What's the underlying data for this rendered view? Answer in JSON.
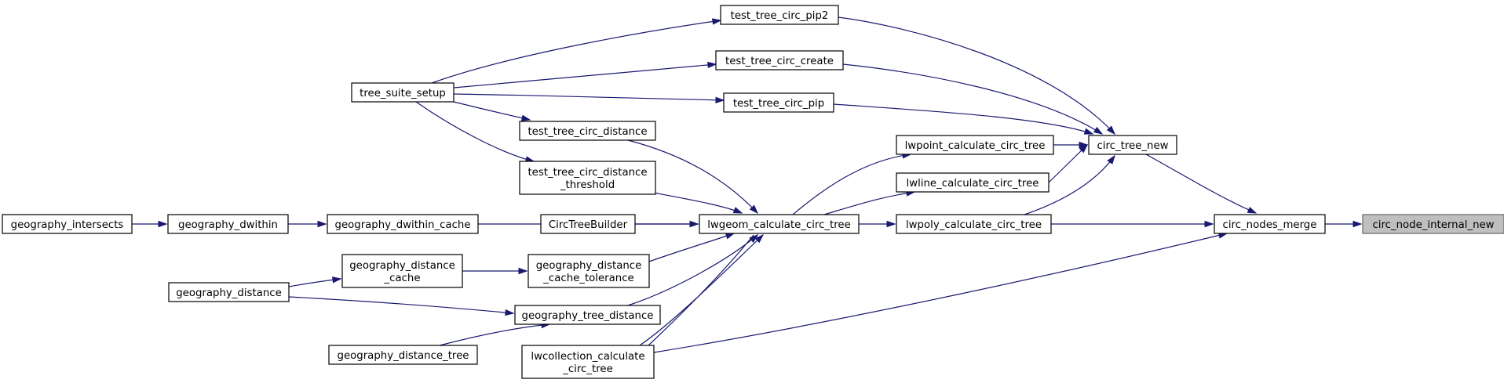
{
  "nodes": [
    {
      "id": "circ_node_internal_new",
      "lines": [
        "circ_node_internal_new"
      ],
      "root": true
    },
    {
      "id": "circ_nodes_merge",
      "lines": [
        "circ_nodes_merge"
      ]
    },
    {
      "id": "circ_tree_new",
      "lines": [
        "circ_tree_new"
      ]
    },
    {
      "id": "lwpoint_calculate_circ_tree",
      "lines": [
        "lwpoint_calculate_circ_tree"
      ]
    },
    {
      "id": "lwline_calculate_circ_tree",
      "lines": [
        "lwline_calculate_circ_tree"
      ]
    },
    {
      "id": "lwpoly_calculate_circ_tree",
      "lines": [
        "lwpoly_calculate_circ_tree"
      ]
    },
    {
      "id": "lwgeom_calculate_circ_tree",
      "lines": [
        "lwgeom_calculate_circ_tree"
      ]
    },
    {
      "id": "lwcollection_calculate_circ_tree",
      "lines": [
        "lwcollection_calculate",
        "_circ_tree"
      ]
    },
    {
      "id": "test_tree_circ_pip2",
      "lines": [
        "test_tree_circ_pip2"
      ]
    },
    {
      "id": "test_tree_circ_create",
      "lines": [
        "test_tree_circ_create"
      ]
    },
    {
      "id": "test_tree_circ_pip",
      "lines": [
        "test_tree_circ_pip"
      ]
    },
    {
      "id": "test_tree_circ_distance",
      "lines": [
        "test_tree_circ_distance"
      ]
    },
    {
      "id": "test_tree_circ_distance_threshold",
      "lines": [
        "test_tree_circ_distance",
        "_threshold"
      ]
    },
    {
      "id": "tree_suite_setup",
      "lines": [
        "tree_suite_setup"
      ]
    },
    {
      "id": "CircTreeBuilder",
      "lines": [
        "CircTreeBuilder"
      ]
    },
    {
      "id": "geography_dwithin_cache",
      "lines": [
        "geography_dwithin_cache"
      ]
    },
    {
      "id": "geography_dwithin",
      "lines": [
        "geography_dwithin"
      ]
    },
    {
      "id": "geography_intersects",
      "lines": [
        "geography_intersects"
      ]
    },
    {
      "id": "geography_distance_cache_tolerance",
      "lines": [
        "geography_distance",
        "_cache_tolerance"
      ]
    },
    {
      "id": "geography_distance_cache",
      "lines": [
        "geography_distance",
        "_cache"
      ]
    },
    {
      "id": "geography_distance",
      "lines": [
        "geography_distance"
      ]
    },
    {
      "id": "geography_tree_distance",
      "lines": [
        "geography_tree_distance"
      ]
    },
    {
      "id": "geography_distance_tree",
      "lines": [
        "geography_distance_tree"
      ]
    }
  ],
  "edges": [
    {
      "from": "circ_nodes_merge",
      "to": "circ_node_internal_new"
    },
    {
      "from": "circ_tree_new",
      "to": "circ_nodes_merge"
    },
    {
      "from": "lwpoly_calculate_circ_tree",
      "to": "circ_nodes_merge"
    },
    {
      "from": "lwcollection_calculate_circ_tree",
      "to": "circ_nodes_merge"
    },
    {
      "from": "test_tree_circ_pip2",
      "to": "circ_tree_new"
    },
    {
      "from": "test_tree_circ_create",
      "to": "circ_tree_new"
    },
    {
      "from": "test_tree_circ_pip",
      "to": "circ_tree_new"
    },
    {
      "from": "lwpoint_calculate_circ_tree",
      "to": "circ_tree_new"
    },
    {
      "from": "lwline_calculate_circ_tree",
      "to": "circ_tree_new"
    },
    {
      "from": "lwpoly_calculate_circ_tree",
      "to": "circ_tree_new"
    },
    {
      "from": "lwgeom_calculate_circ_tree",
      "to": "lwpoint_calculate_circ_tree"
    },
    {
      "from": "lwgeom_calculate_circ_tree",
      "to": "lwline_calculate_circ_tree"
    },
    {
      "from": "lwgeom_calculate_circ_tree",
      "to": "lwpoly_calculate_circ_tree"
    },
    {
      "from": "lwgeom_calculate_circ_tree",
      "to": "lwcollection_calculate_circ_tree"
    },
    {
      "from": "tree_suite_setup",
      "to": "test_tree_circ_pip2"
    },
    {
      "from": "tree_suite_setup",
      "to": "test_tree_circ_create"
    },
    {
      "from": "tree_suite_setup",
      "to": "test_tree_circ_pip"
    },
    {
      "from": "tree_suite_setup",
      "to": "test_tree_circ_distance"
    },
    {
      "from": "tree_suite_setup",
      "to": "test_tree_circ_distance_threshold"
    },
    {
      "from": "test_tree_circ_distance",
      "to": "lwgeom_calculate_circ_tree"
    },
    {
      "from": "test_tree_circ_distance_threshold",
      "to": "lwgeom_calculate_circ_tree"
    },
    {
      "from": "CircTreeBuilder",
      "to": "lwgeom_calculate_circ_tree"
    },
    {
      "from": "geography_dwithin_cache",
      "to": "lwgeom_calculate_circ_tree"
    },
    {
      "from": "geography_distance_cache_tolerance",
      "to": "lwgeom_calculate_circ_tree"
    },
    {
      "from": "geography_tree_distance",
      "to": "lwgeom_calculate_circ_tree"
    },
    {
      "from": "lwcollection_calculate_circ_tree",
      "to": "lwgeom_calculate_circ_tree"
    },
    {
      "from": "geography_dwithin",
      "to": "geography_dwithin_cache"
    },
    {
      "from": "geography_intersects",
      "to": "geography_dwithin"
    },
    {
      "from": "geography_distance_cache",
      "to": "geography_distance_cache_tolerance"
    },
    {
      "from": "geography_distance",
      "to": "geography_distance_cache"
    },
    {
      "from": "geography_distance",
      "to": "geography_tree_distance"
    },
    {
      "from": "geography_distance_tree",
      "to": "geography_tree_distance"
    }
  ],
  "colors": {
    "edge": "#191970",
    "root_fill": "#bfbfbf",
    "node_border": "#000000"
  }
}
